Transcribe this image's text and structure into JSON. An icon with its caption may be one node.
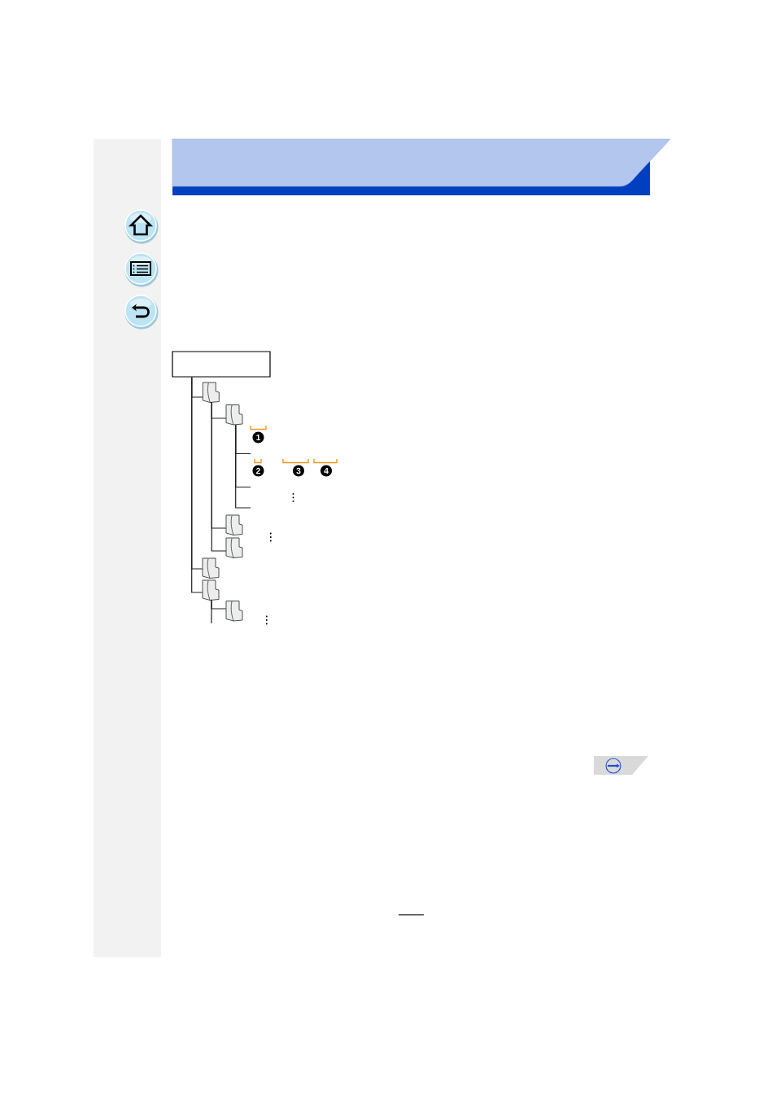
{
  "diagram": {
    "nodes": [
      {
        "text": [],
        "shape": "box"
      },
      {
        "text": [],
        "shape": "folder"
      },
      {
        "text": [],
        "shape": "folder"
      },
      {
        "text": [],
        "shape": "folder"
      },
      {
        "text": [],
        "shape": "folder"
      },
      {
        "text": [],
        "shape": "folder"
      },
      {
        "text": [],
        "shape": "folder"
      },
      {
        "text": [],
        "shape": "folder"
      }
    ],
    "edges": [
      {
        "from": 0,
        "to": 1,
        "arrow": "none"
      },
      {
        "from": 1,
        "to": 2,
        "arrow": "none"
      },
      {
        "from": 2,
        "to": null,
        "arrow": "none"
      },
      {
        "from": 2,
        "to": null,
        "arrow": "none"
      },
      {
        "from": 2,
        "to": null,
        "arrow": "none"
      },
      {
        "from": 1,
        "to": 3,
        "arrow": "none"
      },
      {
        "from": 1,
        "to": 4,
        "arrow": "none"
      },
      {
        "from": 0,
        "to": 5,
        "arrow": "none"
      },
      {
        "from": 0,
        "to": 6,
        "arrow": "none"
      },
      {
        "from": 6,
        "to": 7,
        "arrow": "none"
      },
      {
        "from": 6,
        "to": null,
        "arrow": "none"
      }
    ],
    "labels": [
      "1",
      "2",
      "3",
      "4"
    ]
  }
}
